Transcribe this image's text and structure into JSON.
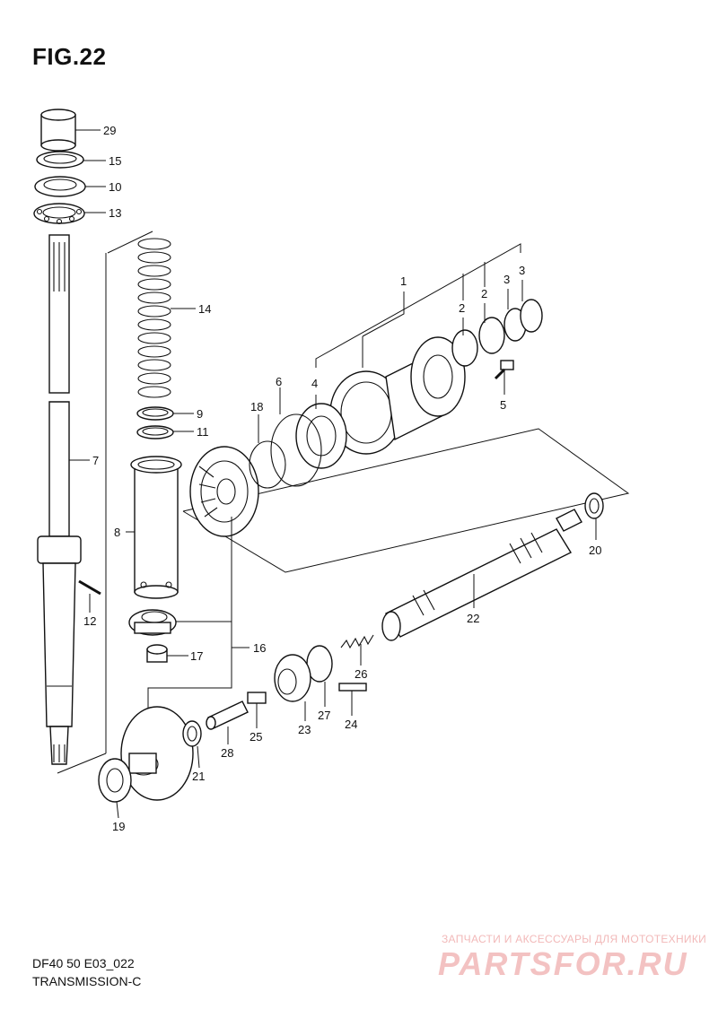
{
  "figure": {
    "title": "FIG.22"
  },
  "footer": {
    "model_code": "DF40 50 E03_022",
    "section": "TRANSMISSION-C"
  },
  "watermark": {
    "tagline": "ЗАПЧАСТИ И АКСЕССУАРЫ ДЛЯ МОТОТЕХНИКИ",
    "logo": "PARTSFOR.RU",
    "color": "#f3c2c2"
  },
  "callouts": {
    "c29": "29",
    "c15": "15",
    "c10": "10",
    "c13": "13",
    "c14": "14",
    "c9": "9",
    "c11": "11",
    "c7": "7",
    "c8": "8",
    "c12": "12",
    "c1": "1",
    "c2a": "2",
    "c2b": "2",
    "c3a": "3",
    "c3b": "3",
    "c4": "4",
    "c5": "5",
    "c6": "6",
    "c18": "18",
    "c20": "20",
    "c22": "22",
    "c16": "16",
    "c17": "17",
    "c26": "26",
    "c27": "27",
    "c23": "23",
    "c24": "24",
    "c25": "25",
    "c28": "28",
    "c21": "21",
    "c19": "19"
  }
}
